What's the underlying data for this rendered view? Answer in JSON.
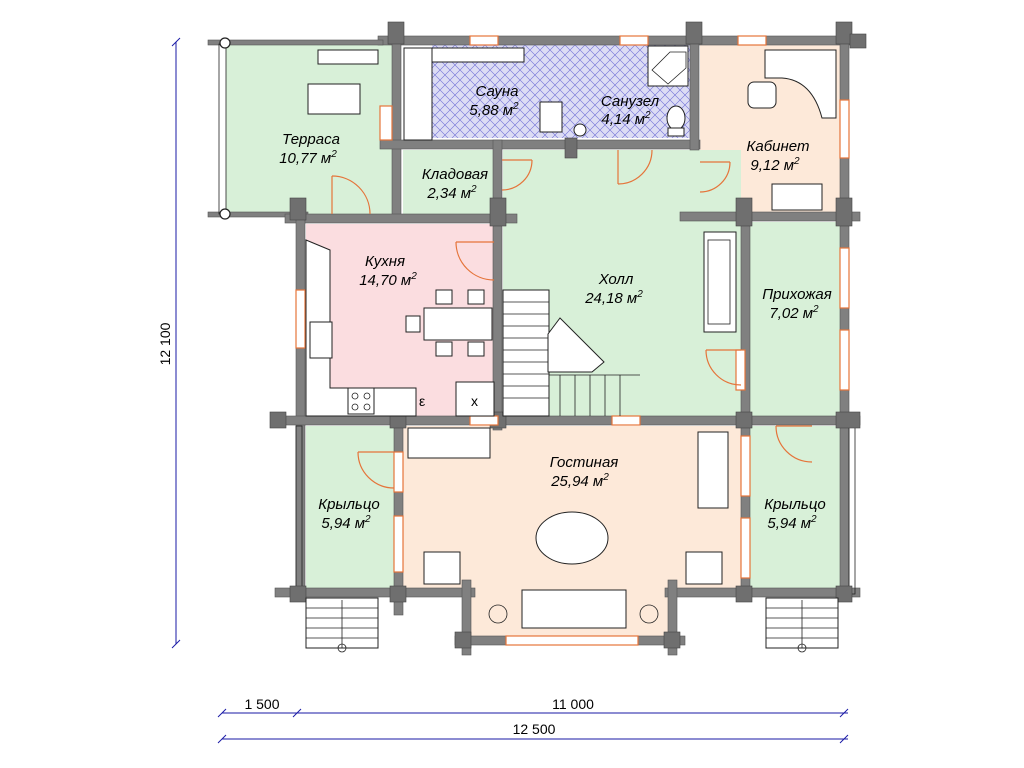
{
  "rooms": {
    "terrace": {
      "name": "Терраса",
      "area": "10,77 м",
      "color": "#d8f0d8"
    },
    "sauna": {
      "name": "Сауна",
      "area": "5,88 м",
      "color": "#dcdcf4"
    },
    "bathroom": {
      "name": "Санузел",
      "area": "4,14 м",
      "color": "#dcdcf4"
    },
    "office": {
      "name": "Кабинет",
      "area": "9,12 м",
      "color": "#fde9d9"
    },
    "pantry": {
      "name": "Кладовая",
      "area": "2,34 м",
      "color": "#d8f0d8"
    },
    "kitchen": {
      "name": "Кухня",
      "area": "14,70 м",
      "color": "#fbdde0"
    },
    "hall": {
      "name": "Холл",
      "area": "24,18 м",
      "color": "#d8f0d8"
    },
    "entry": {
      "name": "Прихожая",
      "area": "7,02 м",
      "color": "#d8f0d8"
    },
    "living": {
      "name": "Гостиная",
      "area": "25,94 м",
      "color": "#fde9d9"
    },
    "porch_left": {
      "name": "Крыльцо",
      "area": "5,94 м",
      "color": "#d8f0d8"
    },
    "porch_right": {
      "name": "Крыльцо",
      "area": "5,94 м",
      "color": "#d8f0d8"
    }
  },
  "area_unit_sup": "2",
  "dimensions": {
    "height": "12 100",
    "terrace_width": "1 500",
    "house_width": "11 000",
    "total_width": "12 500"
  },
  "colors": {
    "wall": "#808080",
    "dimension": "#1a1aa6",
    "opening": "#e5743a"
  }
}
